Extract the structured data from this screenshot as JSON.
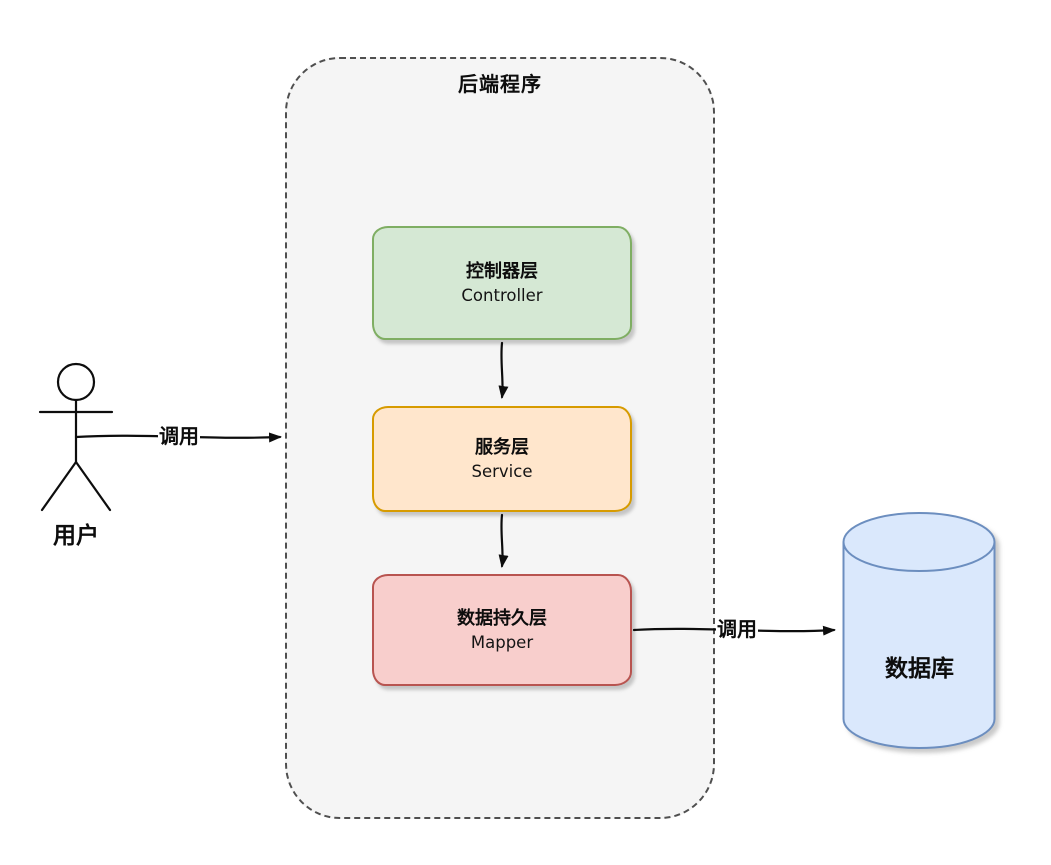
{
  "backend_container": {
    "title": "后端程序",
    "fill": "#f5f5f5",
    "border_color": "#4f4f4f"
  },
  "actor": {
    "label": "用户"
  },
  "layers": [
    {
      "name_zh": "控制器层",
      "name_en": "Controller",
      "fill": "#d5e8d4",
      "stroke": "#7fae63"
    },
    {
      "name_zh": "服务层",
      "name_en": "Service",
      "fill": "#ffe6cc",
      "stroke": "#d79b00"
    },
    {
      "name_zh": "数据持久层",
      "name_en": "Mapper",
      "fill": "#f8cecc",
      "stroke": "#b85450"
    }
  ],
  "database": {
    "label": "数据库",
    "fill": "#dae8fc",
    "stroke": "#6c8ebf"
  },
  "edges": {
    "user_to_backend": {
      "label": "调用"
    },
    "controller_to_service": {
      "label": ""
    },
    "service_to_mapper": {
      "label": ""
    },
    "mapper_to_database": {
      "label": "调用"
    }
  }
}
